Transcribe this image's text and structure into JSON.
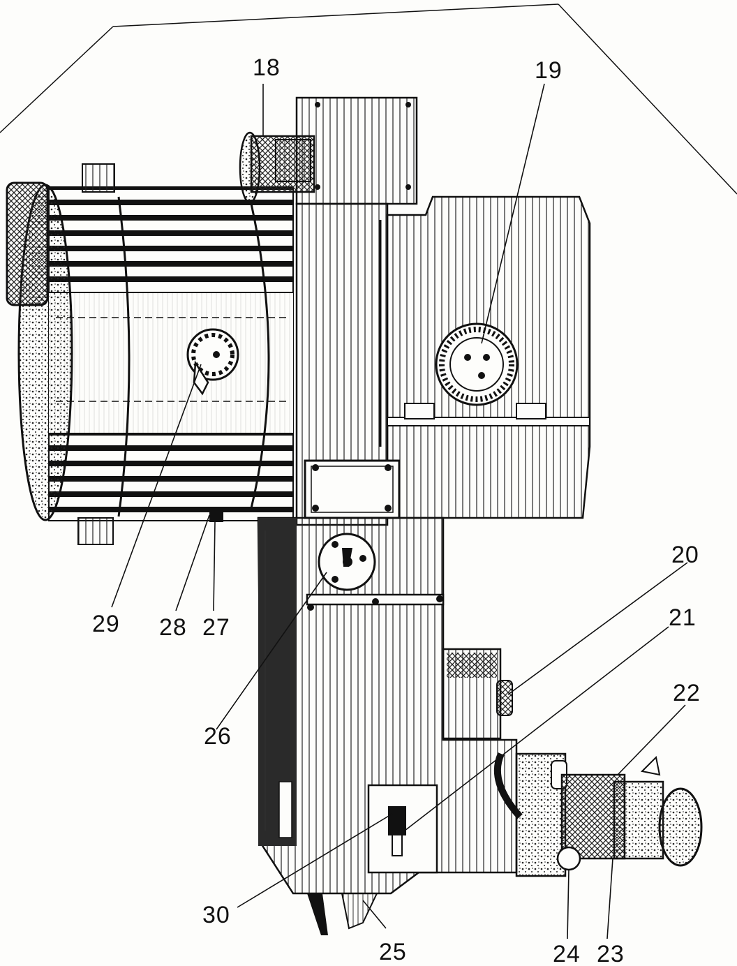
{
  "figure": {
    "callouts": [
      {
        "id": "c18",
        "label": "18"
      },
      {
        "id": "c19",
        "label": "19"
      },
      {
        "id": "c20",
        "label": "20"
      },
      {
        "id": "c21",
        "label": "21"
      },
      {
        "id": "c22",
        "label": "22"
      },
      {
        "id": "c23",
        "label": "23"
      },
      {
        "id": "c24",
        "label": "24"
      },
      {
        "id": "c25",
        "label": "25"
      },
      {
        "id": "c26",
        "label": "26"
      },
      {
        "id": "c27",
        "label": "27"
      },
      {
        "id": "c28",
        "label": "28"
      },
      {
        "id": "c29",
        "label": "29"
      },
      {
        "id": "c30",
        "label": "30"
      }
    ],
    "colors": {
      "ink": "#111111",
      "paper": "#fdfdfb",
      "shade": "#2a2a2a"
    }
  }
}
